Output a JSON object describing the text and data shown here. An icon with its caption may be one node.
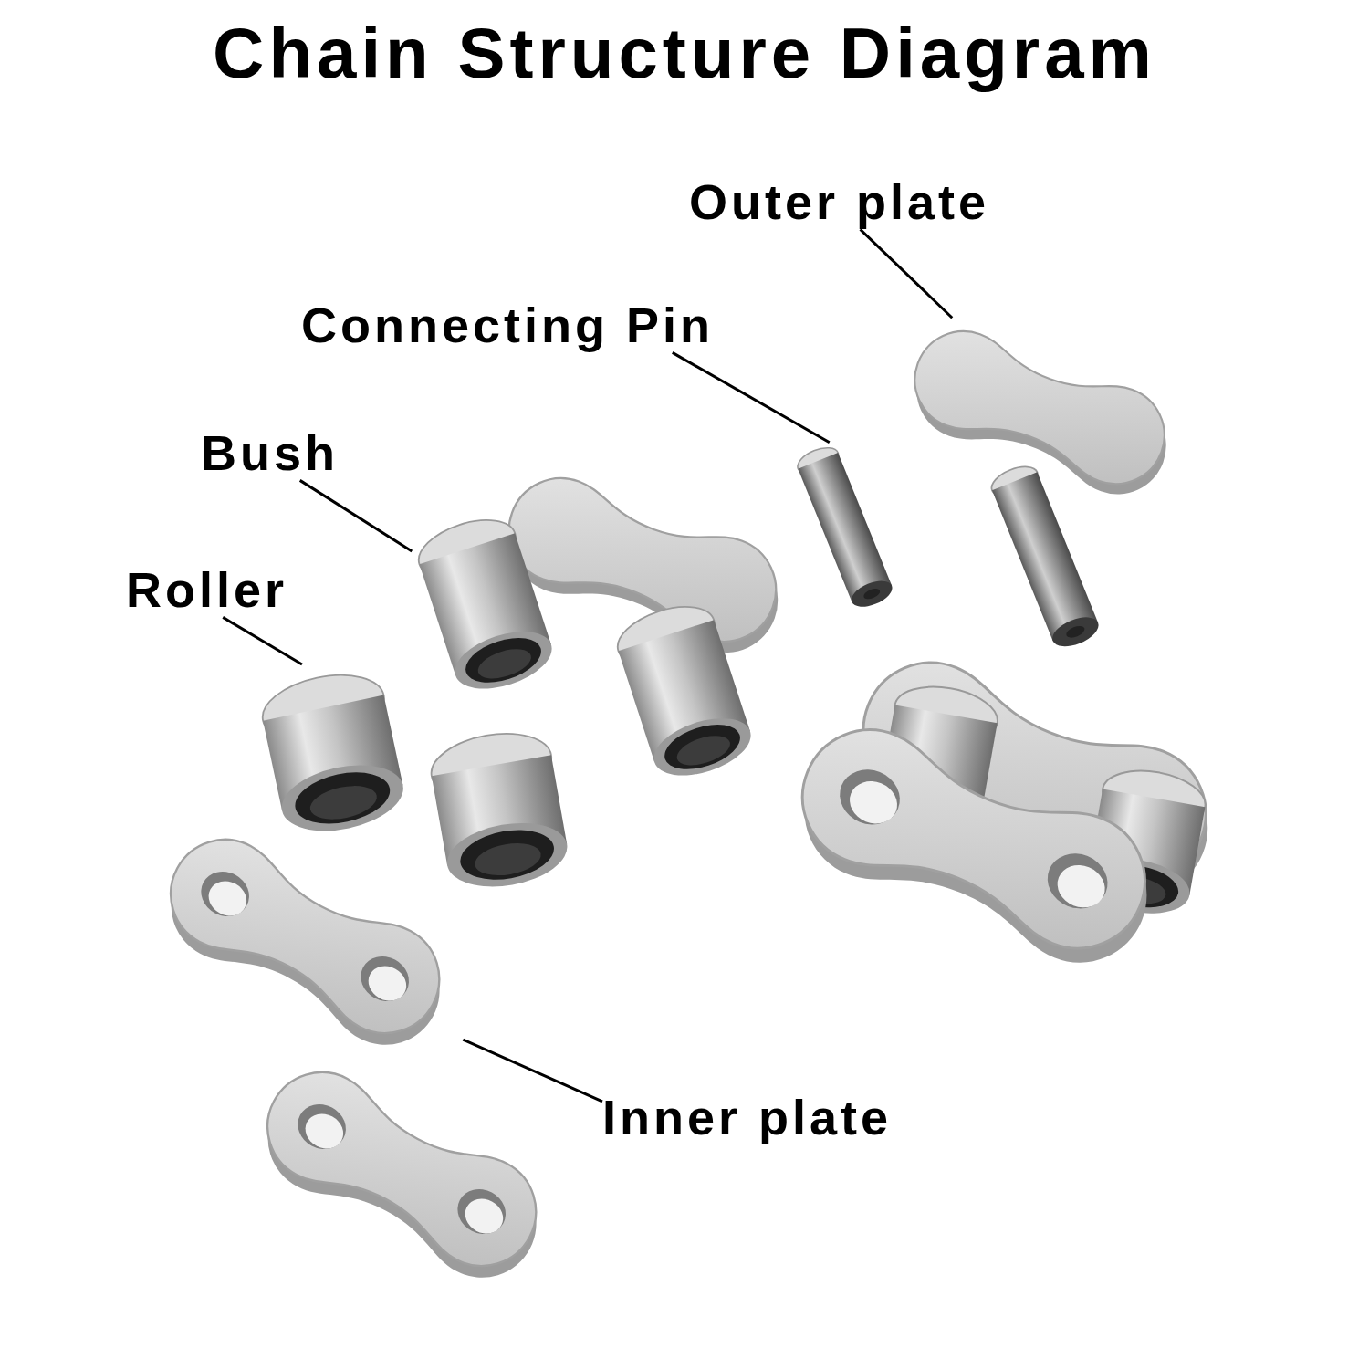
{
  "diagram": {
    "title": "Chain Structure Diagram",
    "nodes": [
      {
        "text": [
          "Outer plate"
        ]
      },
      {
        "text": [],
        "shape": "picture"
      },
      {
        "text": [
          "Connecting Pin"
        ]
      },
      {
        "text": [],
        "shape": "picture"
      },
      {
        "text": [
          "Bush"
        ]
      },
      {
        "text": [],
        "shape": "picture"
      },
      {
        "text": [
          "Roller"
        ]
      },
      {
        "text": [],
        "shape": "picture"
      },
      {
        "text": [
          "Inner plate"
        ]
      },
      {
        "text": [],
        "shape": "picture"
      }
    ],
    "edges": [
      {
        "from": 0,
        "to": 1,
        "arrow": "none"
      },
      {
        "from": 2,
        "to": 3,
        "arrow": "none"
      },
      {
        "from": 4,
        "to": 5,
        "arrow": "none"
      },
      {
        "from": 6,
        "to": 7,
        "arrow": "none"
      },
      {
        "from": 8,
        "to": 9,
        "arrow": "none"
      }
    ]
  }
}
